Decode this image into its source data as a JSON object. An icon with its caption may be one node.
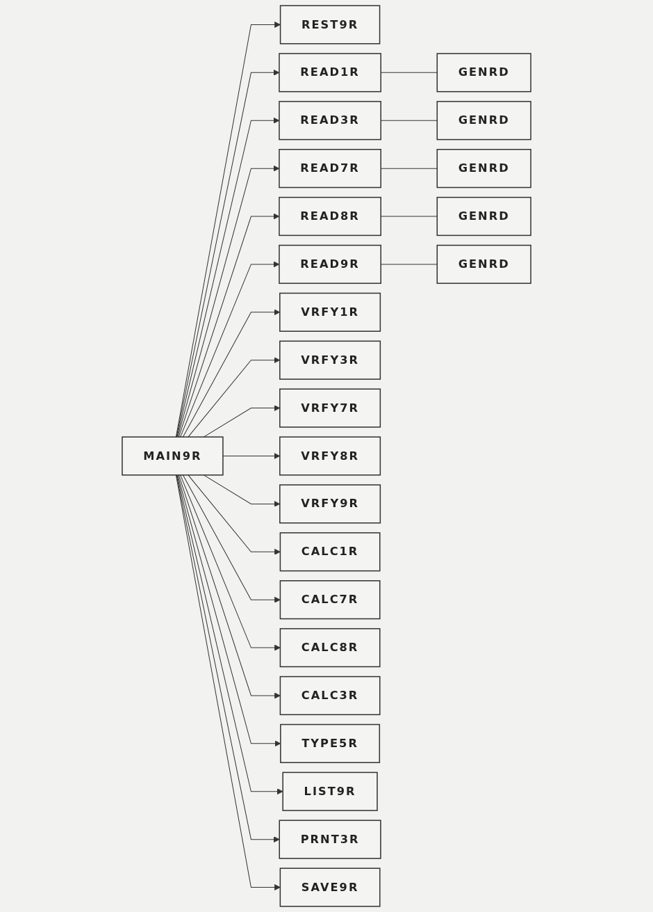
{
  "diagram": {
    "nodes": [
      {
        "text": [
          "MAIN9R"
        ]
      },
      {
        "text": [
          "REST9R"
        ]
      },
      {
        "text": [
          "READ1R"
        ]
      },
      {
        "text": [
          "GENRD"
        ]
      },
      {
        "text": [
          "READ3R"
        ]
      },
      {
        "text": [
          "GENRD"
        ]
      },
      {
        "text": [
          "READ7R"
        ]
      },
      {
        "text": [
          "GENRD"
        ]
      },
      {
        "text": [
          "READ8R"
        ]
      },
      {
        "text": [
          "GENRD"
        ]
      },
      {
        "text": [
          "READ9R"
        ]
      },
      {
        "text": [
          "GENRD"
        ]
      },
      {
        "text": [
          "VRFY1R"
        ]
      },
      {
        "text": [
          "VRFY3R"
        ]
      },
      {
        "text": [
          "VRFY7R"
        ]
      },
      {
        "text": [
          "VRFY8R"
        ]
      },
      {
        "text": [
          "VRFY9R"
        ]
      },
      {
        "text": [
          "CALC1R"
        ]
      },
      {
        "text": [
          "CALC7R"
        ]
      },
      {
        "text": [
          "CALC8R"
        ]
      },
      {
        "text": [
          "CALC3R"
        ]
      },
      {
        "text": [
          "TYPE5R"
        ]
      },
      {
        "text": [
          "LIST9R"
        ]
      },
      {
        "text": [
          "PRNT3R"
        ]
      },
      {
        "text": [
          "SAVE9R"
        ]
      }
    ],
    "edges": [
      {
        "from": 0,
        "to": 1,
        "arrow": "to"
      },
      {
        "from": 0,
        "to": 2,
        "arrow": "to"
      },
      {
        "from": 0,
        "to": 4,
        "arrow": "to"
      },
      {
        "from": 0,
        "to": 6,
        "arrow": "to"
      },
      {
        "from": 0,
        "to": 8,
        "arrow": "to"
      },
      {
        "from": 0,
        "to": 10,
        "arrow": "to"
      },
      {
        "from": 0,
        "to": 12,
        "arrow": "to"
      },
      {
        "from": 0,
        "to": 13,
        "arrow": "to"
      },
      {
        "from": 0,
        "to": 14,
        "arrow": "to"
      },
      {
        "from": 0,
        "to": 15,
        "arrow": "to"
      },
      {
        "from": 0,
        "to": 16,
        "arrow": "to"
      },
      {
        "from": 0,
        "to": 17,
        "arrow": "to"
      },
      {
        "from": 0,
        "to": 18,
        "arrow": "to"
      },
      {
        "from": 0,
        "to": 19,
        "arrow": "to"
      },
      {
        "from": 0,
        "to": 20,
        "arrow": "to"
      },
      {
        "from": 0,
        "to": 21,
        "arrow": "to"
      },
      {
        "from": 0,
        "to": 22,
        "arrow": "to"
      },
      {
        "from": 0,
        "to": 23,
        "arrow": "to"
      },
      {
        "from": 0,
        "to": 24,
        "arrow": "to"
      },
      {
        "from": 2,
        "to": 3,
        "arrow": "none"
      },
      {
        "from": 4,
        "to": 5,
        "arrow": "none"
      },
      {
        "from": 6,
        "to": 7,
        "arrow": "none"
      },
      {
        "from": 8,
        "to": 9,
        "arrow": "none"
      },
      {
        "from": 10,
        "to": 11,
        "arrow": "none"
      }
    ]
  }
}
